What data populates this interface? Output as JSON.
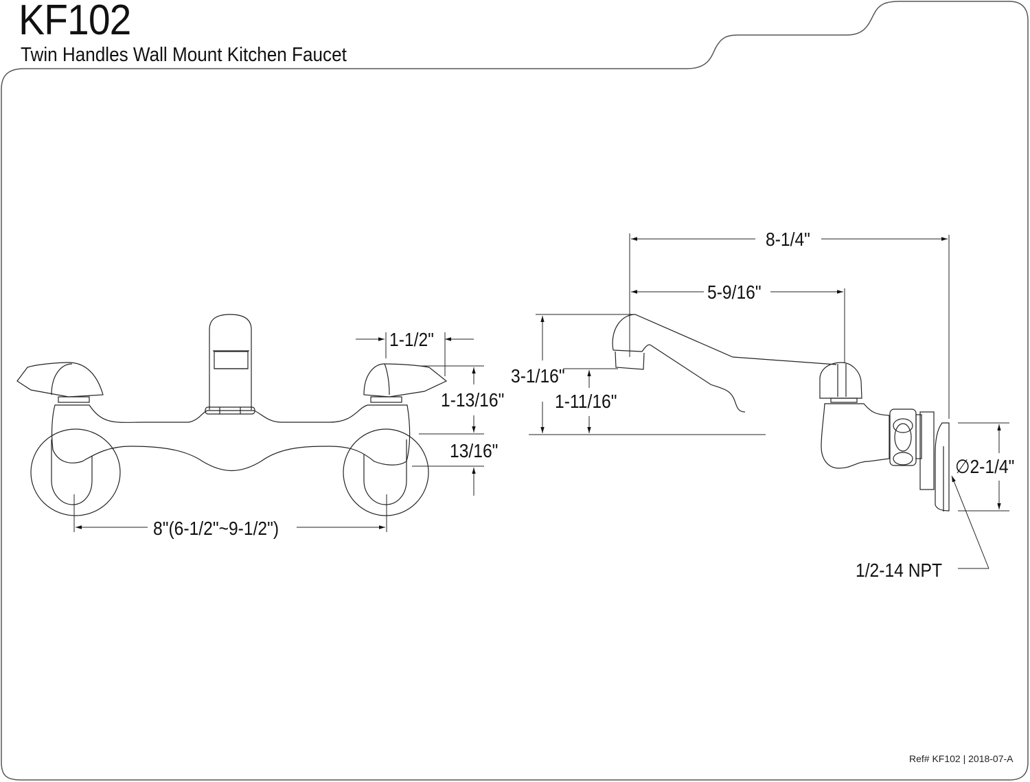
{
  "header": {
    "model": "KF102",
    "description": "Twin Handles Wall Mount Kitchen Faucet"
  },
  "front_view": {
    "dimensions": {
      "handle_width": "1-1/2\"",
      "handle_height": "1-13/16\"",
      "body_to_center": "13/16\"",
      "center_spacing": "8\"(6-1/2\"~9-1/2\")"
    }
  },
  "side_view": {
    "dimensions": {
      "overall_reach": "8-1/4\"",
      "spout_reach": "5-9/16\"",
      "overall_height": "3-1/16\"",
      "spout_clearance": "1-11/16\"",
      "flange_diameter": "2-1/4\"",
      "thread": "1/2-14 NPT"
    },
    "diameter_symbol": "∅"
  },
  "footer": {
    "ref": "Ref# KF102 | 2018-07-A"
  },
  "colors": {
    "line": "#222222",
    "frame": "#555555"
  }
}
